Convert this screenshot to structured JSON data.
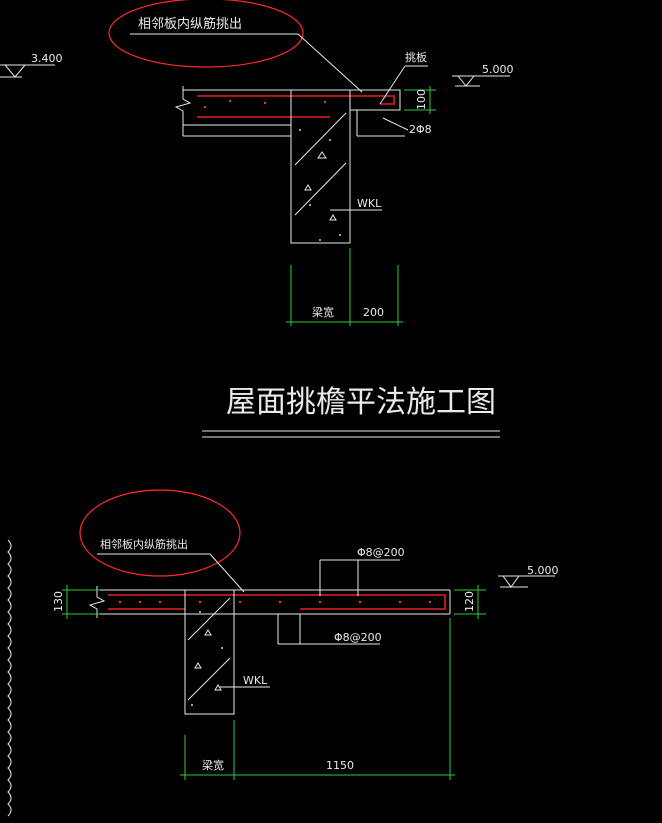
{
  "title": "屋面挑檐平法施工图",
  "detail_top": {
    "callout": "相邻板内纵筋挑出",
    "label_tiaoban": "挑板",
    "label_rebar": "2Φ8",
    "label_beam": "WKL",
    "dim_slab_thickness": "100",
    "dim_beam_width": "梁宽",
    "dim_overhang": "200",
    "elev_left": "3.400",
    "elev_right": "5.000"
  },
  "detail_bottom": {
    "callout": "相邻板内纵筋挑出",
    "label_top_rebar": "Φ8@200",
    "label_bottom_rebar": "Φ8@200",
    "label_beam": "WKL",
    "dim_left_thickness": "130",
    "dim_right_thickness": "120",
    "dim_beam_width": "梁宽",
    "dim_overhang": "1150",
    "elev_right": "5.000"
  }
}
